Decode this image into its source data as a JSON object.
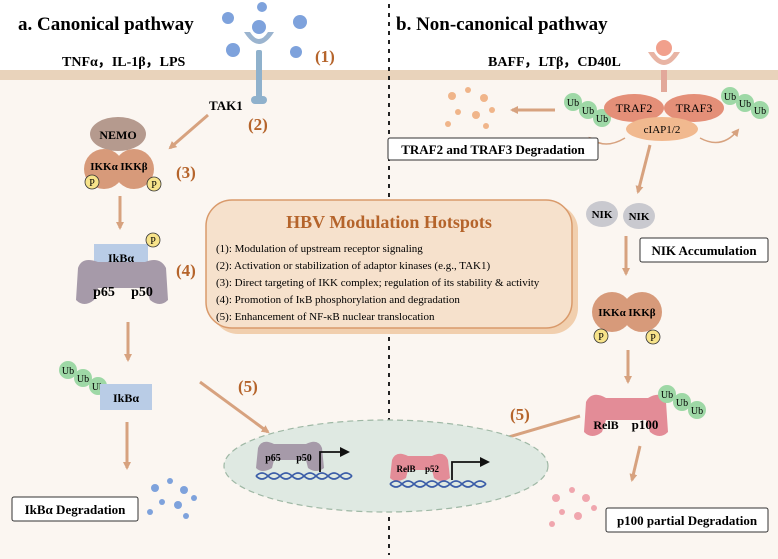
{
  "canonical": {
    "title": "a. Canonical pathway",
    "ligands": "TNFα，IL-1β，LPS",
    "step1": "(1)",
    "step2": "(2)",
    "step3": "(3)",
    "step4": "(4)",
    "step5": "(5)",
    "tak1": "TAK1",
    "nemo": "NEMO",
    "ikka": "IKKα",
    "ikkb": "IKKβ",
    "p": "P",
    "ikba": "IkBα",
    "p65": "p65",
    "p50": "p50",
    "ub": "Ub",
    "degradation": "IkBα Degradation"
  },
  "noncanonical": {
    "title": "b. Non-canonical pathway",
    "ligands": "BAFF，LTβ，CD40L",
    "traf2": "TRAF2",
    "traf3": "TRAF3",
    "ciap": "cIAP1/2",
    "traf_degradation": "TRAF2 and TRAF3 Degradation",
    "nik": "NIK",
    "nik_accumulation": "NIK Accumulation",
    "ikka": "IKKα",
    "ikkb": "IKKβ",
    "p": "P",
    "relb": "RelB",
    "p100": "p100",
    "p52": "p52",
    "ub": "Ub",
    "step5": "(5)",
    "p100_degradation": "p100 partial Degradation"
  },
  "hotspots": {
    "title": "HBV Modulation Hotspots",
    "items": [
      "(1): Modulation of upstream receptor signaling",
      "(2): Activation or stabilization of adaptor kinases (e.g., TAK1)",
      "(3): Direct targeting of IKK complex; regulation of its stability & activity",
      "(4): Promotion of IκB phosphorylation and degradation",
      "(5): Enhancement of NF-κB nuclear translocation"
    ]
  },
  "nucleus": {
    "p65": "p65",
    "p50": "p50",
    "relb": "RelB",
    "p52": "p52"
  },
  "colors": {
    "membrane": "#e9d3bb",
    "cytoplasm": "#fbf6f1",
    "step_number": "#b5642b",
    "arrow": "#d7a27f",
    "hotspot_box": "#f6e1cc",
    "hotspot_border": "#d99a6b",
    "nucleus": "#dfe9e2",
    "ub": "#9ed8a6",
    "phospho": "#f7e38a",
    "ikba": "#b9cce6",
    "p65p50": "#a69aa9",
    "ikk": "#d79a7a",
    "nemo": "#b59a8e",
    "nik": "#c9c9cf",
    "relb": "#e38c97",
    "traf": "#e48f78",
    "ciap": "#f1b98f",
    "dna": "#3b5da8"
  }
}
